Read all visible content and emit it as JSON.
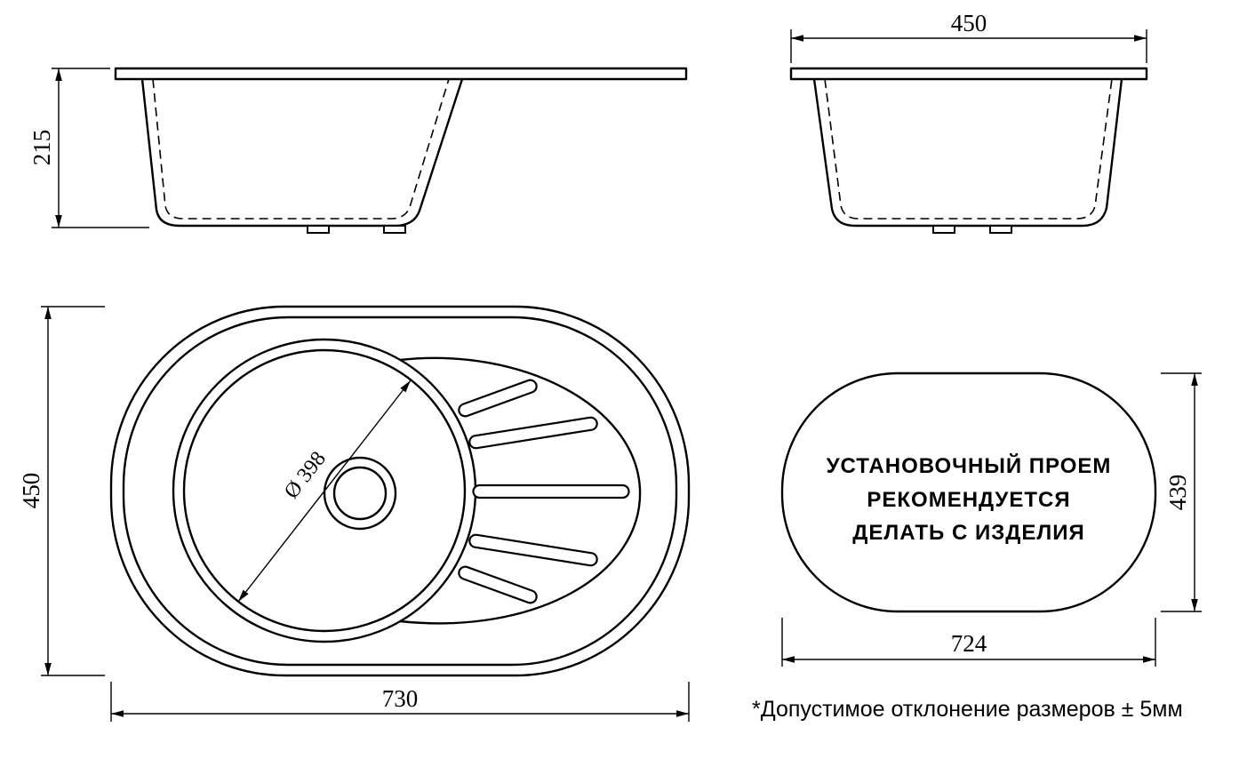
{
  "views": {
    "side_section": {
      "dim_height": "215"
    },
    "front_section": {
      "dim_width": "450"
    },
    "top_view": {
      "dim_height": "450",
      "dim_width": "730",
      "dim_bowl": "Ø 398"
    },
    "cutout": {
      "line1": "УСТАНОВОЧНЫЙ ПРОЕМ",
      "line2": "РЕКОМЕНДУЕТСЯ",
      "line3": "ДЕЛАТЬ С ИЗДЕЛИЯ",
      "dim_height": "439",
      "dim_width": "724"
    },
    "note": "*Допустимое отклонение размеров ± 5мм"
  }
}
